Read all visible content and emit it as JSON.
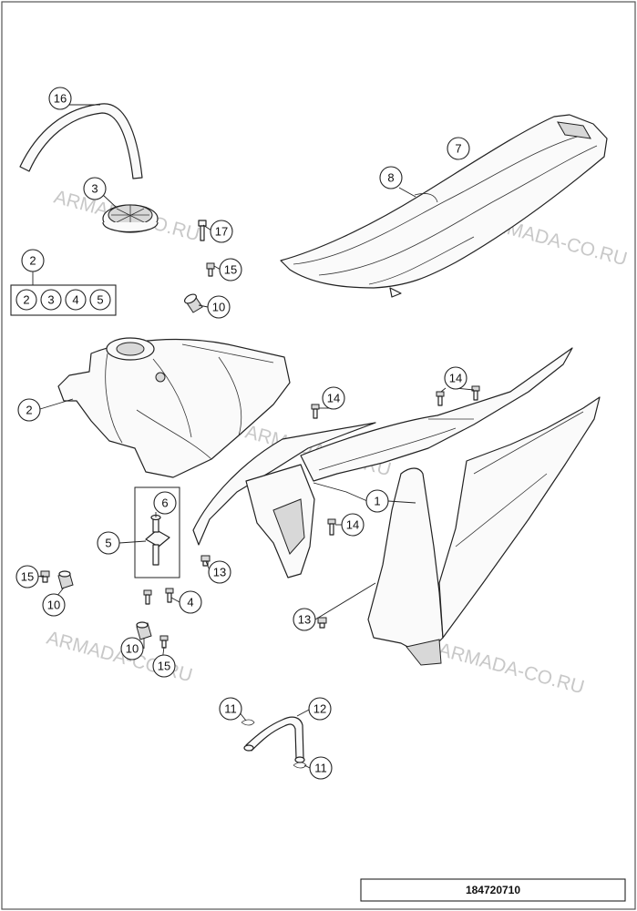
{
  "callouts": {
    "c16": "16",
    "c3": "3",
    "c17": "17",
    "c15a": "15",
    "c2a": "2",
    "c10a": "10",
    "c7": "7",
    "c8": "8",
    "c2b": "2",
    "c14a": "14",
    "c14b": "14",
    "c1": "1",
    "c6": "6",
    "c5": "5",
    "c14c": "14",
    "c13a": "13",
    "c15b": "15",
    "c4": "4",
    "c10b": "10",
    "c13b": "13",
    "c10c": "10",
    "c15c": "15",
    "c11a": "11",
    "c12": "12",
    "c11b": "11"
  },
  "kit_items": [
    "2",
    "3",
    "4",
    "5"
  ],
  "watermark": "ARMADA-CO.RU",
  "reference_number": "184720710",
  "colors": {
    "line": "#222222",
    "watermark": "#c8c8c8",
    "background": "#ffffff"
  }
}
